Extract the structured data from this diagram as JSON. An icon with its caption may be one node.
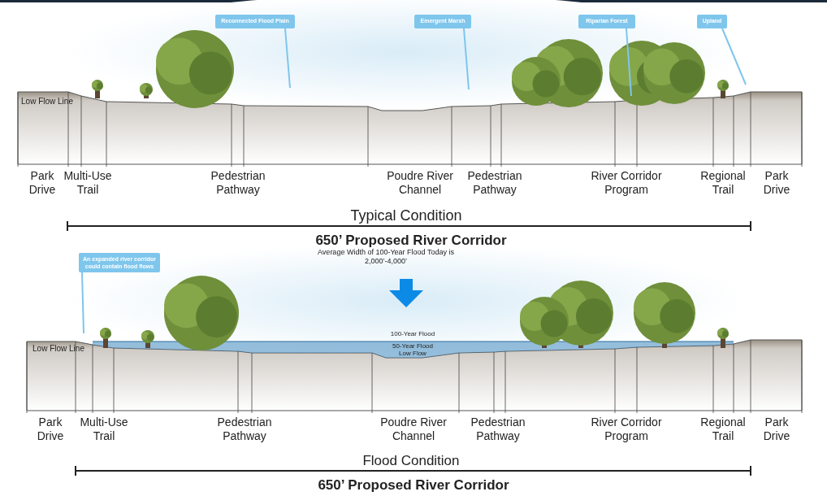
{
  "diagram": {
    "nodes": [
      {
        "text": [
          "Reconnected Flood Plain"
        ]
      },
      {
        "text": [
          "Emergent Marsh"
        ]
      },
      {
        "text": [
          "Riparian Forest"
        ]
      },
      {
        "text": [
          "Upland"
        ]
      },
      {
        "text": [
          "An expanded river corridor could contain flood flows"
        ]
      }
    ],
    "edges": [
      {
        "from": 0,
        "to": null,
        "arrow": "none"
      },
      {
        "from": 1,
        "to": null,
        "arrow": "none"
      },
      {
        "from": 2,
        "to": null,
        "arrow": "none"
      },
      {
        "from": 3,
        "to": null,
        "arrow": "none"
      },
      {
        "from": 4,
        "to": null,
        "arrow": "none"
      }
    ],
    "labels": [
      "Low Flow Line",
      "Park Drive",
      "Multi-Use Trail",
      "Pedestrian Pathway",
      "Poudre River Channel",
      "Pedestrian Pathway",
      "River Corridor Program",
      "Regional Trail",
      "Park Drive",
      "Typical Condition",
      "650’ Proposed River Corridor",
      "Average Width of 100-Year Flood Today is 2,000’-4,000’",
      "Low Flow Line",
      "100-Year Flood",
      "50-Year Flood",
      "Low Flow",
      "Park Drive",
      "Multi-Use Trail",
      "Pedestrian Pathway",
      "Poudre River Channel",
      "Pedestrian Pathway",
      "River Corridor Program",
      "Regional Trail",
      "Park Drive",
      "Flood Condition",
      "650’ Proposed River Corridor"
    ]
  }
}
